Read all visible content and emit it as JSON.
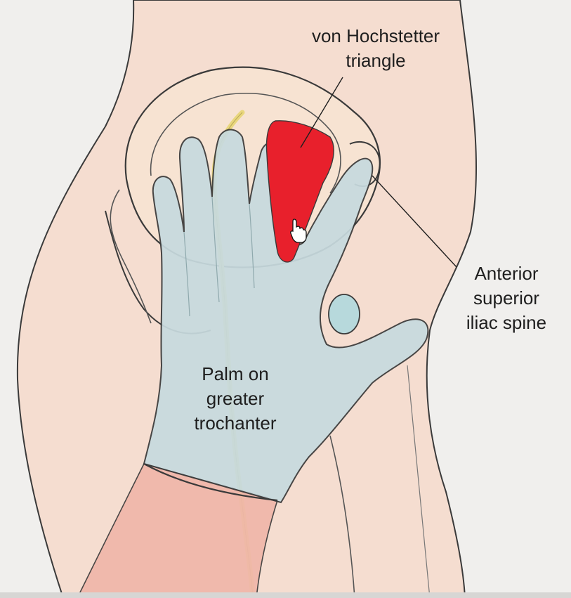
{
  "labels": {
    "triangle": "von Hochstetter\ntriangle",
    "asis": "Anterior\nsuperior\niliac spine",
    "palm": "Palm on\ngreater\ntrochanter"
  },
  "icons": [
    "hand-pointer-cursor-icon"
  ],
  "colors": {
    "skin": "#f5ddd0",
    "glove": "#c7dade",
    "triangle": "#e8202c",
    "forearm": "#f0b7aa",
    "nerve": "#e9d77e",
    "outline": "#3a3a3a"
  }
}
